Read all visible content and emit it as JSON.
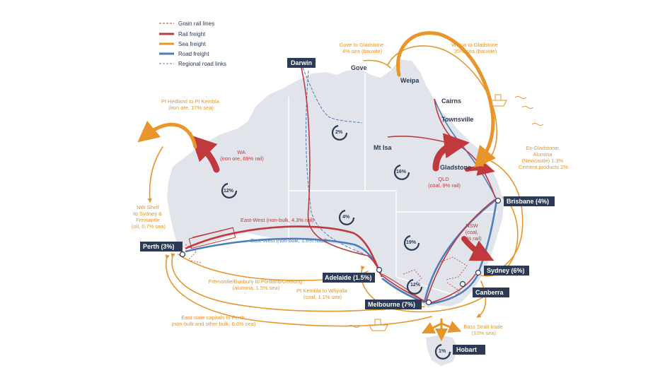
{
  "legend": {
    "grain_rail": "Grain rail lines",
    "rail_freight": "Rail freight",
    "sea_freight": "Sea freight",
    "road_freight": "Road freight",
    "regional_road": "Regional road links"
  },
  "colors": {
    "land": "#e1e4ea",
    "rail": "#c0393c",
    "sea": "#e8952a",
    "road": "#4a7cc0",
    "navy": "#2b3a55"
  },
  "cities": {
    "darwin": "Darwin",
    "perth": "Perth (3%)",
    "adelaide": "Adelaide (1.5%)",
    "melbourne": "Melbourne (7%)",
    "brisbane": "Brisbane (4%)",
    "sydney": "Sydney (6%)",
    "canberra": "Canberra",
    "hobart": "Hobart",
    "gove": "Gove",
    "weipa": "Weipa",
    "cairns": "Cairns",
    "townsville": "Townsville",
    "mt_isa": "Mt Isa",
    "gladstone": "Gladstone"
  },
  "labels": {
    "gove_gladstone": [
      "Gove to Gladstone",
      "4% sea (bauxite)"
    ],
    "weipa_gladstone": [
      "Weipa to Gladstone",
      "35% sea (bauxite)"
    ],
    "hedland_kembla": [
      "Pt Hedland to Pt Kembla",
      "(iron ore, 17% sea)"
    ],
    "wa_rail": [
      "WA",
      "(iron ore, 69% rail)"
    ],
    "nw_shelf": [
      "NW Shelf",
      "to Sydney &",
      "Fremantle",
      "(oil, 0.7% sea)"
    ],
    "east_west_rail": "East-West (non-bulk, 4.3% rail)",
    "east_west_road": "East-West (non-bulk, 1.6% road)",
    "fremantle_geelong": [
      "Fremantle/Bunbury to Portland/Geelong",
      "(alumina, 1.5% sea)"
    ],
    "kembla_whyalla": [
      "Pt Kembla to Whyalla",
      "(coal, 1.1% sea)"
    ],
    "east_perth": [
      "East state capitals to Perth",
      "(non-bulk and other bulk, 6.6% sea)"
    ],
    "qld_rail": [
      "QLD",
      "(coal, 9% rail)"
    ],
    "nsw_rail": [
      "NSW",
      "(coal,",
      "9% rail)"
    ],
    "ex_gladstone": [
      "Ex-Gladstone:",
      "Alumina",
      "(Newcastle) 1.3%",
      "Cement products 2%"
    ],
    "bass_strait": [
      "Bass Strait trade",
      "(10% sea)"
    ]
  },
  "road_share": {
    "nt": "2%",
    "wa": "12%",
    "sa": "4%",
    "qld": "16%",
    "nsw": "19%",
    "vic": "12%",
    "tas": "1%"
  }
}
